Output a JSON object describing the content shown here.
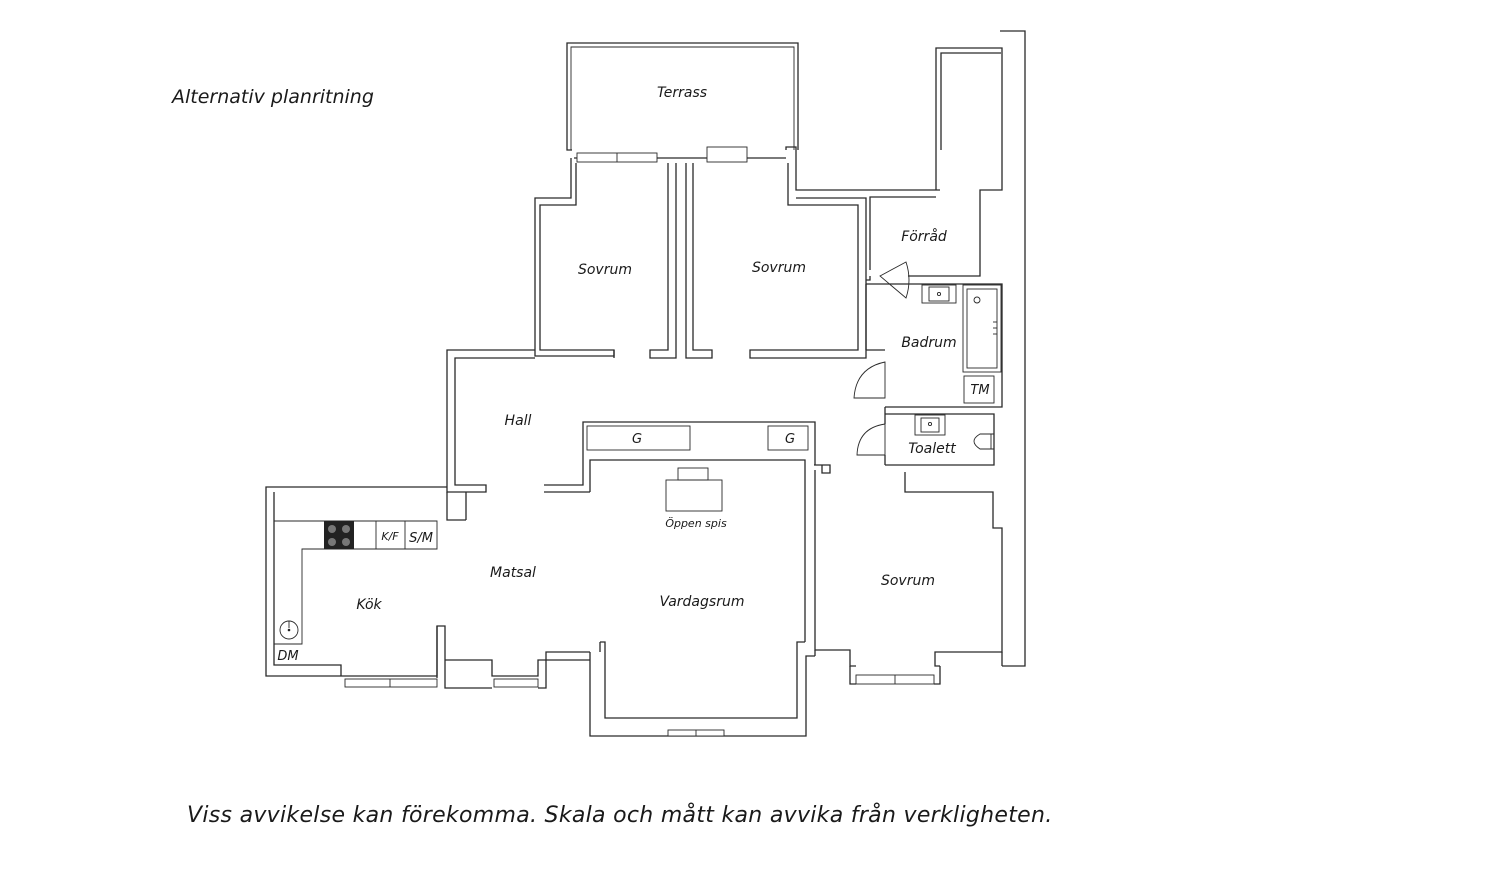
{
  "heading": "Alternativ planritning",
  "disclaimer": "Viss avvikelse kan förekomma. Skala och mått kan avvika från verkligheten.",
  "rooms": {
    "terrass": "Terrass",
    "sovrum_1": "Sovrum",
    "sovrum_2": "Sovrum",
    "forrad": "Förråd",
    "badrum": "Badrum",
    "hall": "Hall",
    "toalett": "Toalett",
    "matsal": "Matsal",
    "kok": "Kök",
    "vardagsrum": "Vardagsrum",
    "sovrum_3": "Sovrum"
  },
  "fixtures": {
    "kf": "K/F",
    "sm": "S/M",
    "dm": "DM",
    "tm": "TM",
    "garderob_1": "G",
    "garderob_2": "G",
    "fireplace": "Öppen spis"
  },
  "icons": [
    "stove-icon",
    "sink-icon",
    "bathtub-icon",
    "toilet-icon",
    "door-swing-icon",
    "fireplace-icon"
  ]
}
